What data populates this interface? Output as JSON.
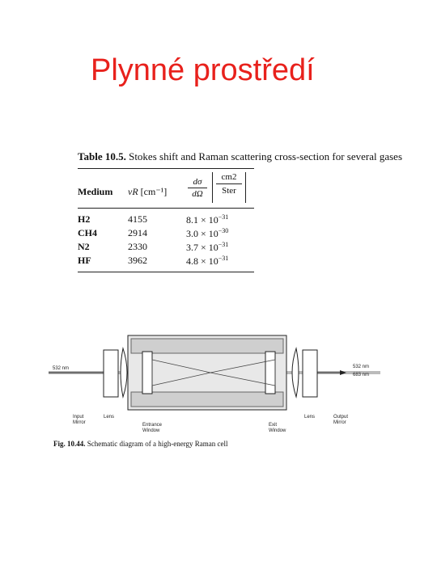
{
  "slide": {
    "title": "Plynné prostředí"
  },
  "table": {
    "caption_label": "Table 10.5.",
    "caption_text": "Stokes shift and Raman scattering cross-section for several gases",
    "col_medium": "Medium",
    "col_shift": "[cm⁻¹]",
    "col_shift_symbol": "νR",
    "col_cs_num": "dσ",
    "col_cs_den": "dΩ",
    "col_cs_unit_num": "cm2",
    "col_cs_unit_den": "Ster",
    "rows": [
      {
        "medium": "H2",
        "shift": "4155",
        "cs_mant": "8.1",
        "cs_exp": "−31"
      },
      {
        "medium": "CH4",
        "shift": "2914",
        "cs_mant": "3.0",
        "cs_exp": "−30"
      },
      {
        "medium": "N2",
        "shift": "2330",
        "cs_mant": "3.7",
        "cs_exp": "−31"
      },
      {
        "medium": "HF",
        "shift": "3962",
        "cs_mant": "4.8",
        "cs_exp": "−31"
      }
    ]
  },
  "diagram": {
    "input_wavelength": "532 nm",
    "output_wavelength_1": "532 nm",
    "output_wavelength_2": "683 nm",
    "labels": {
      "input_mirror_1": "Input",
      "input_mirror_2": "Mirror",
      "lens_left": "Lens",
      "entrance_window_1": "Entrance",
      "entrance_window_2": "Window",
      "exit_window_1": "Exit",
      "exit_window_2": "Window",
      "lens_right": "Lens",
      "output_mirror_1": "Output",
      "output_mirror_2": "Mirror"
    },
    "caption_label": "Fig. 10.44.",
    "caption_text": "Schematic diagram of a high-energy Raman cell"
  }
}
